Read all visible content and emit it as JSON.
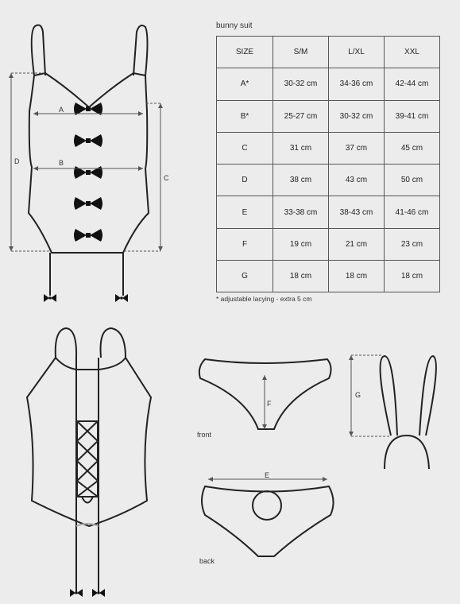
{
  "title": "bunny suit",
  "table": {
    "headers": [
      "SIZE",
      "S/M",
      "L/XL",
      "XXL"
    ],
    "rows": [
      {
        "size": "A*",
        "sm": "30-32 cm",
        "lxl": "34-36 cm",
        "xxl": "42-44 cm"
      },
      {
        "size": "B*",
        "sm": "25-27 cm",
        "lxl": "30-32 cm",
        "xxl": "39-41 cm"
      },
      {
        "size": "C",
        "sm": "31 cm",
        "lxl": "37 cm",
        "xxl": "45 cm"
      },
      {
        "size": "D",
        "sm": "38 cm",
        "lxl": "43 cm",
        "xxl": "50 cm"
      },
      {
        "size": "E",
        "sm": "33-38 cm",
        "lxl": "38-43 cm",
        "xxl": "41-46 cm"
      },
      {
        "size": "F",
        "sm": "19 cm",
        "lxl": "21 cm",
        "xxl": "23 cm"
      },
      {
        "size": "G",
        "sm": "18 cm",
        "lxl": "18 cm",
        "xxl": "18 cm"
      }
    ]
  },
  "note": "* adjustable lacying - extra 5 cm",
  "labels": {
    "front": "front",
    "back": "back",
    "a": "A",
    "b": "B",
    "c": "C",
    "d": "D",
    "e": "E",
    "f": "F",
    "g": "G"
  }
}
